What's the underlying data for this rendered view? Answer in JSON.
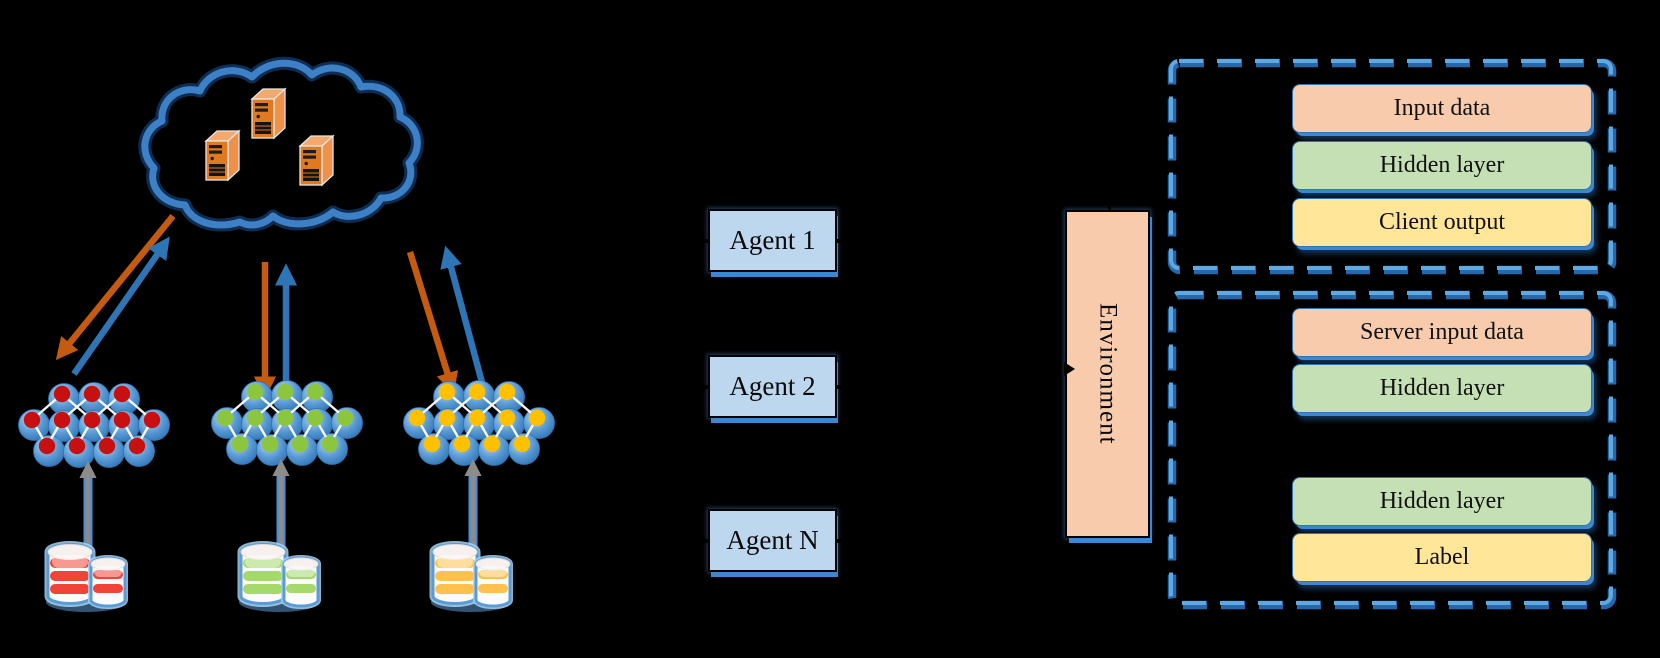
{
  "colors": {
    "canvas-bg": "#000000",
    "accent-blue": "#2E75B6",
    "dash-blue": "#2668AC",
    "dash-highlight": "#5FA8E0",
    "arrow-orange": "#C55A11",
    "arrow-blue": "#2E75B6",
    "agent-fill": "#BDD7EE",
    "peach-fill": "#F8CBAD",
    "green-fill": "#C5E0B4",
    "yellow-fill": "#FFE699",
    "box-border": "#000000",
    "layer-border": "#2E75B6",
    "shadow-blue": "#3E86CF",
    "cloud-blue": "#3E80C6",
    "server-orange": "#DF7A20",
    "connector-gray": "#8C8C8C"
  },
  "cloud": {
    "icon": "cloud-with-servers",
    "server_count": 3
  },
  "clients": [
    {
      "id": "client-1",
      "node_color": "#C81010",
      "db_color": "#F04438"
    },
    {
      "id": "client-2",
      "node_color": "#8CC63F",
      "db_color": "#A5D96C"
    },
    {
      "id": "client-3",
      "node_color": "#FFC000",
      "db_color": "#FFC14D"
    }
  ],
  "agents": [
    {
      "label": "Agent 1"
    },
    {
      "label": "Agent 2"
    },
    {
      "label": "Agent N"
    }
  ],
  "environment": {
    "label": "Environment"
  },
  "client_model": {
    "layers": [
      {
        "label": "Input data",
        "fill": "peach"
      },
      {
        "label": "Hidden layer",
        "fill": "green"
      },
      {
        "label": "Client output",
        "fill": "yellow"
      }
    ]
  },
  "server_model": {
    "upper_layers": [
      {
        "label": "Server input data",
        "fill": "peach"
      },
      {
        "label": "Hidden layer",
        "fill": "green"
      }
    ],
    "lower_layers": [
      {
        "label": "Hidden layer",
        "fill": "green"
      },
      {
        "label": "Label",
        "fill": "yellow"
      }
    ]
  }
}
